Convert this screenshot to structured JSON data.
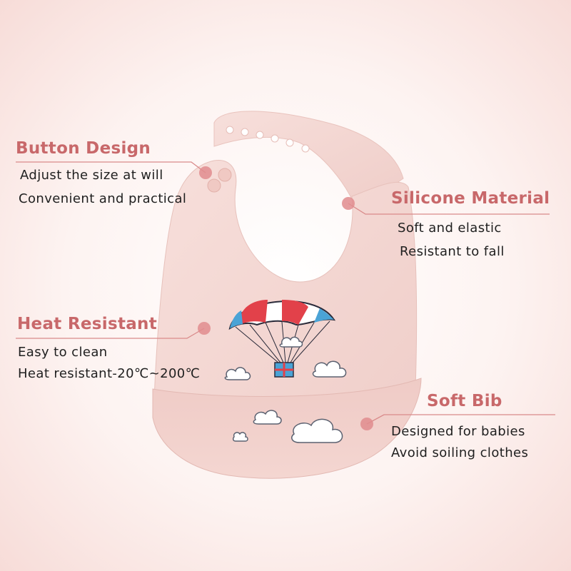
{
  "callouts": {
    "button_design": {
      "title": "Button Design",
      "lines": [
        "Adjust the size at will",
        "Convenient and practical"
      ]
    },
    "silicone_material": {
      "title": "Silicone Material",
      "lines": [
        "Soft and elastic",
        "Resistant to fall"
      ]
    },
    "heat_resistant": {
      "title": "Heat Resistant",
      "lines": [
        "Easy to clean",
        "Heat resistant-20℃~200℃"
      ]
    },
    "soft_bib": {
      "title": "Soft Bib",
      "lines": [
        "Designed for babies",
        "Avoid soiling clothes"
      ]
    }
  },
  "colors": {
    "title_color": "#c8686a",
    "line_color": "#d98a8a",
    "dot_color": "#e08c8e",
    "bib_color": "#f3d6d2",
    "parachute_red": "#e2414a",
    "parachute_blue": "#4aa3d6"
  }
}
